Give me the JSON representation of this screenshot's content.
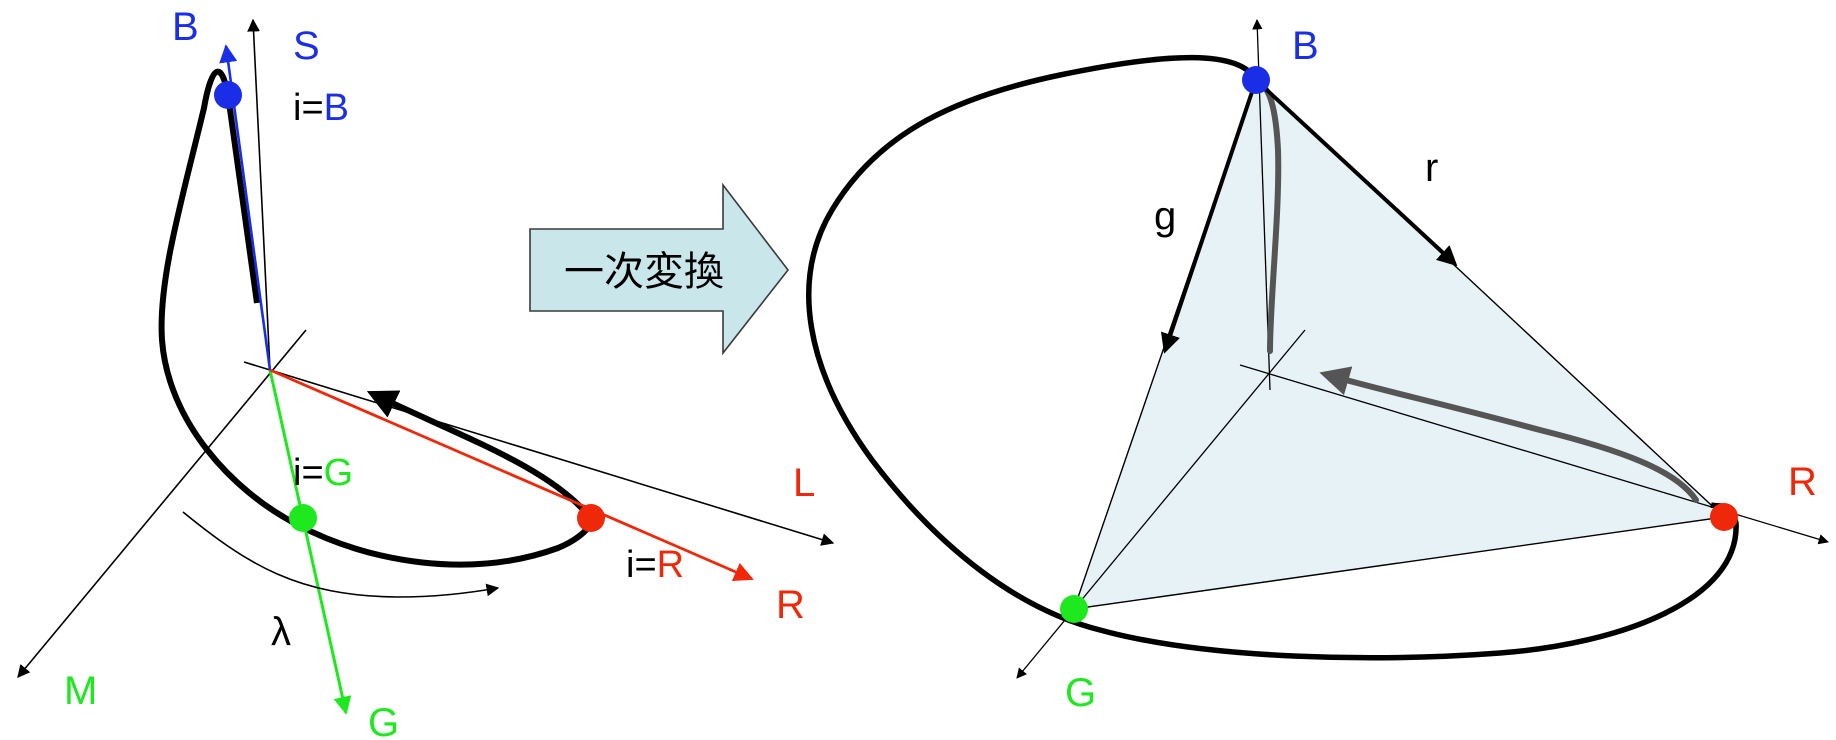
{
  "colors": {
    "blue": "#1a2ee8",
    "green": "#1ee81e",
    "red": "#f0280a",
    "black": "#000000",
    "gray": "#555555",
    "triangle_fill": "#e6f2f5",
    "arrow_fill": "#c9e6ea"
  },
  "left": {
    "axis_s": "S",
    "axis_l": "L",
    "axis_m": "M",
    "primary_b": "B",
    "primary_g": "G",
    "primary_r": "R",
    "param_lambda": "λ",
    "i_prefix": "i=",
    "i_b": "B",
    "i_g": "G",
    "i_r": "R"
  },
  "transform_arrow": {
    "label": "一次変換"
  },
  "right": {
    "vertex_b": "B",
    "vertex_g": "G",
    "vertex_r": "R",
    "edge_r": "r",
    "edge_g": "g"
  }
}
